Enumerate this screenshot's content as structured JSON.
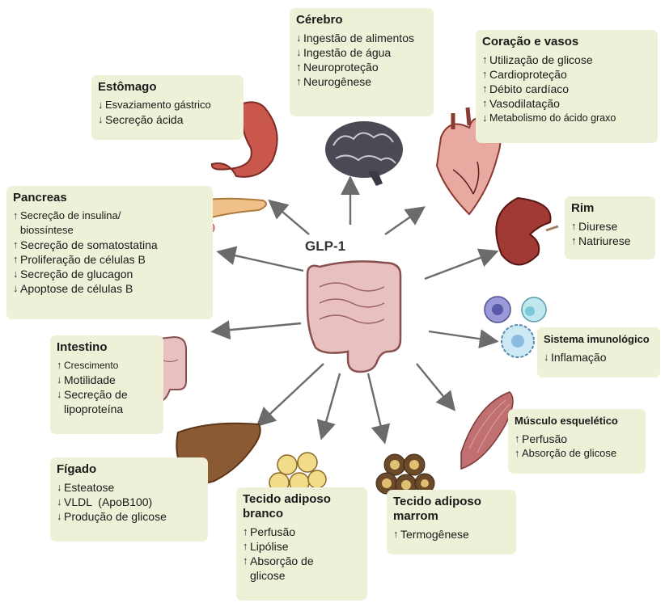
{
  "center": {
    "label": "GLP-1"
  },
  "colors": {
    "box_fill": "#eef0d8",
    "arrow": "#6b6b6b"
  },
  "organs": {
    "cerebro": {
      "title": "Cérebro",
      "items": [
        {
          "arrow": "↓",
          "text": "Ingestão de alimentos"
        },
        {
          "arrow": "↓",
          "text": "Ingestão de água"
        },
        {
          "arrow": "↑",
          "text": "Neuroproteção"
        },
        {
          "arrow": "↑",
          "text": "Neurogênese"
        }
      ]
    },
    "coracao": {
      "title": "Coração e vasos",
      "items": [
        {
          "arrow": "↑",
          "text": "Utilização de glicose"
        },
        {
          "arrow": "↑",
          "text": "Cardioproteção"
        },
        {
          "arrow": "↑",
          "text": "Débito cardíaco"
        },
        {
          "arrow": "↑",
          "text": "Vasodilatação"
        },
        {
          "arrow": "↓",
          "text": "Metabolismo do ácido graxo"
        }
      ]
    },
    "estomago": {
      "title": "Estômago",
      "items": [
        {
          "arrow": "↓",
          "text": "Esvaziamento gástrico"
        },
        {
          "arrow": "↓",
          "text": "Secreção ácida"
        }
      ]
    },
    "pancreas": {
      "title": "Pancreas",
      "items": [
        {
          "arrow": "↑",
          "text": "Secreção de insulina/",
          "cont": "biossíntese"
        },
        {
          "arrow": "↑",
          "text": "Secreção de somatostatina"
        },
        {
          "arrow": "↑",
          "text": "Proliferação de células B"
        },
        {
          "arrow": "↓",
          "text": "Secreção de glucagon"
        },
        {
          "arrow": "↓",
          "text": "Apoptose de células B"
        }
      ]
    },
    "rim": {
      "title": "Rim",
      "items": [
        {
          "arrow": "↑",
          "text": "Diurese"
        },
        {
          "arrow": "↑",
          "text": "Natriurese"
        }
      ]
    },
    "intestino": {
      "title": "Intestino",
      "items": [
        {
          "arrow": "↑",
          "text": "Crescimento"
        },
        {
          "arrow": "↓",
          "text": "Motilidade"
        },
        {
          "arrow": "↓",
          "text": "Secreção de",
          "cont": "lipoproteína"
        }
      ]
    },
    "imune": {
      "title": "Sistema imunológico",
      "items": [
        {
          "arrow": "↓",
          "text": "Inflamação"
        }
      ]
    },
    "musculo": {
      "title": "Músculo esquelético",
      "items": [
        {
          "arrow": "↑",
          "text": "Perfusão"
        },
        {
          "arrow": "↑",
          "text": "Absorção de glicose"
        }
      ]
    },
    "figado": {
      "title": "Fígado",
      "items": [
        {
          "arrow": "↓",
          "text": "Esteatose"
        },
        {
          "arrow": "↓",
          "text": "VLDL  (ApoB100)"
        },
        {
          "arrow": "↓",
          "text": "Produção de glicose"
        }
      ]
    },
    "branco": {
      "title": "Tecido adiposo branco",
      "items": [
        {
          "arrow": "↑",
          "text": "Perfusão"
        },
        {
          "arrow": "↑",
          "text": "Lipólise"
        },
        {
          "arrow": "↑",
          "text": "Absorção de",
          "cont": "glicose"
        }
      ]
    },
    "marrom": {
      "title": "Tecido adiposo marrom",
      "items": [
        {
          "arrow": "↑",
          "text": "Termogênese"
        }
      ]
    }
  }
}
